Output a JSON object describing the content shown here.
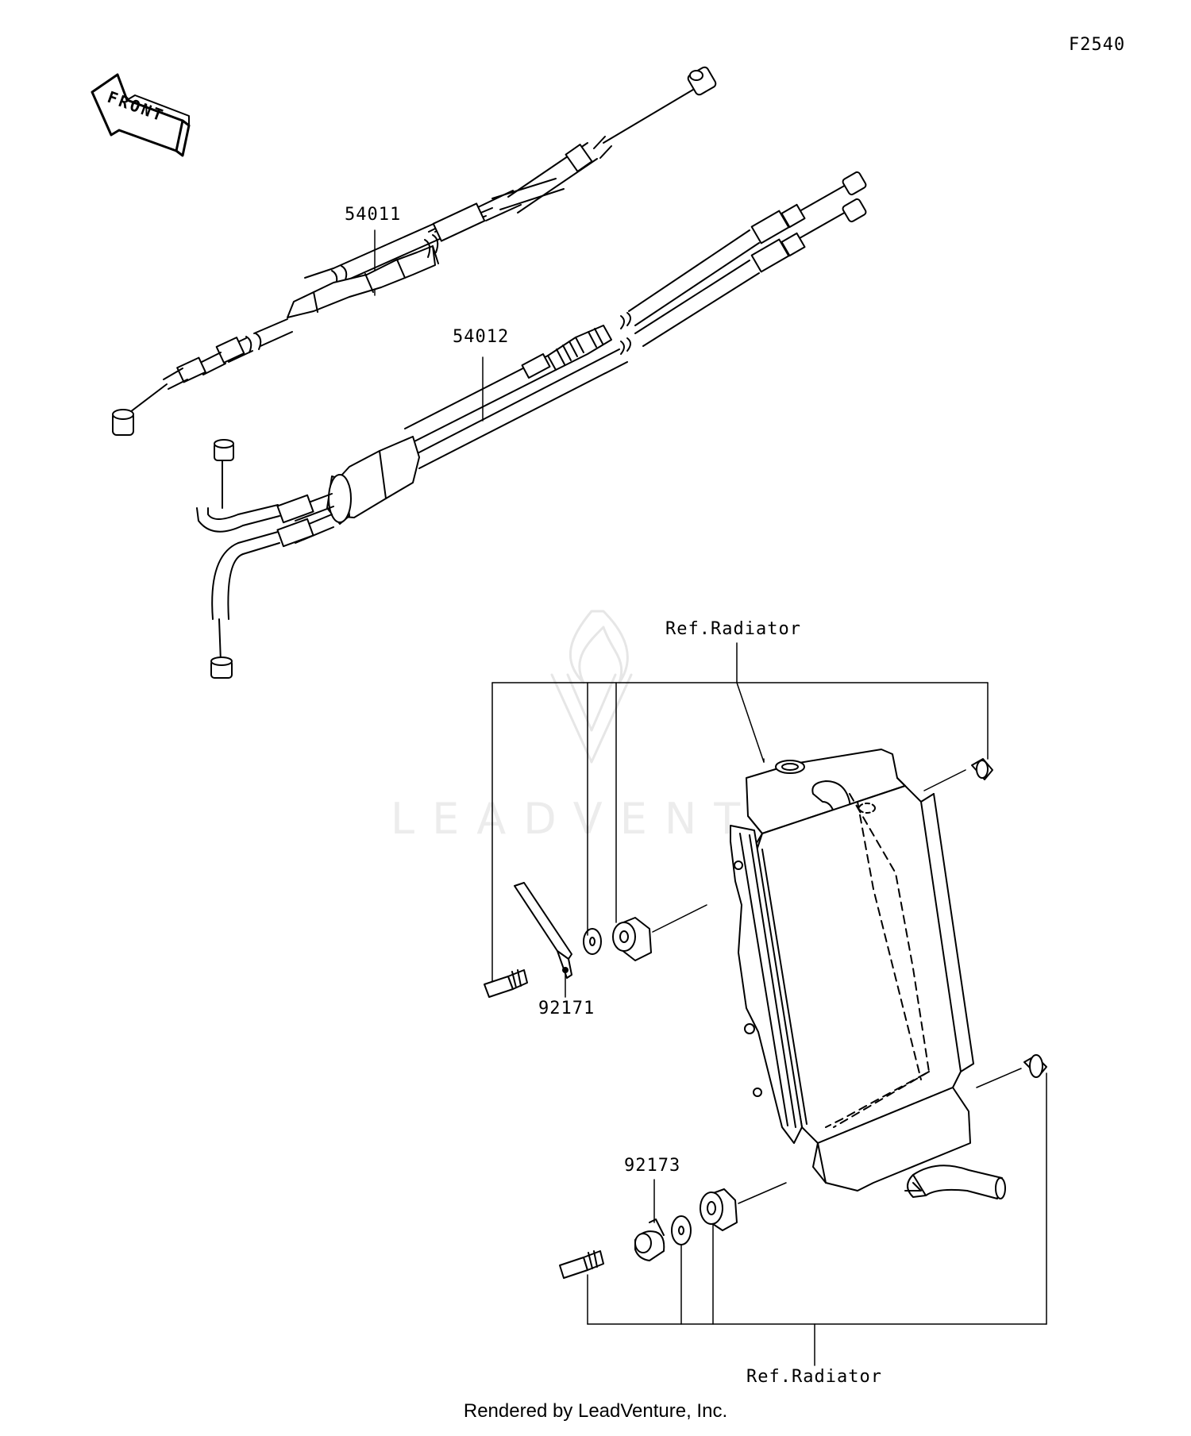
{
  "diagram_code": "F2540",
  "front_arrow_text": "FRONT",
  "parts": {
    "throttle_cable_1": "54011",
    "throttle_cable_2": "54012",
    "bracket": "92171",
    "clamp": "92173"
  },
  "references": {
    "top": "Ref.Radiator",
    "bottom": "Ref.Radiator"
  },
  "watermark": "LEADVENTURE",
  "footer": "Rendered by LeadVenture, Inc."
}
